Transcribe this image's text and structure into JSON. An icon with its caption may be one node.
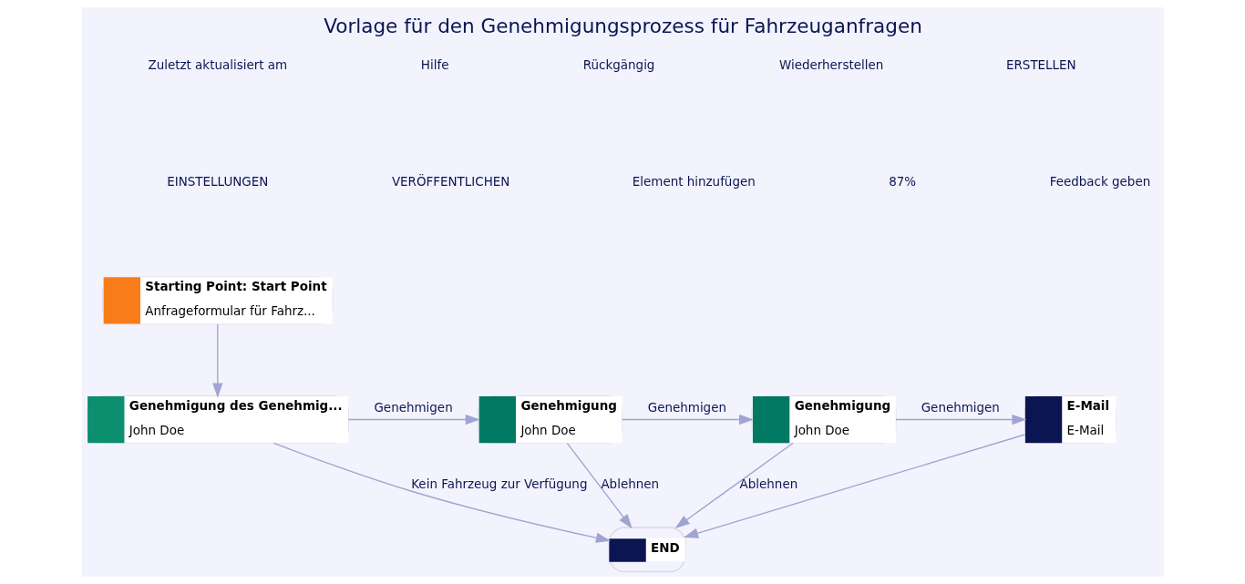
{
  "diagram": {
    "title": "Vorlage für den Genehmigungsprozess für Fahrzeuganfragen",
    "nodes": [
      {
        "text": [
          "Starting Point: Start Point",
          "Anfrageformular für Fahrz..."
        ]
      },
      {
        "text": [
          "Genehmigung des Genehmig...",
          "John Doe"
        ]
      },
      {
        "text": [
          "Genehmigung",
          "John Doe"
        ]
      },
      {
        "text": [
          "Genehmigung",
          "John Doe"
        ]
      },
      {
        "text": [
          "E-Mail",
          "E-Mail"
        ]
      },
      {
        "text": [
          "END"
        ]
      }
    ],
    "edges": [
      {
        "from": 0,
        "to": 1,
        "arrow": "to"
      },
      {
        "from": 1,
        "to": 2,
        "arrow": "to",
        "label": "Genehmigen"
      },
      {
        "from": 2,
        "to": 3,
        "arrow": "to",
        "label": "Genehmigen"
      },
      {
        "from": 3,
        "to": 4,
        "arrow": "to",
        "label": "Genehmigen"
      },
      {
        "from": 2,
        "to": 5,
        "arrow": "to",
        "label": "Ablehnen"
      },
      {
        "from": 3,
        "to": 5,
        "arrow": "to",
        "label": "Ablehnen"
      },
      {
        "from": 1,
        "to": 5,
        "arrow": "to",
        "label": "Kein Fahrzeug zur Verfügung"
      },
      {
        "from": 4,
        "to": 5,
        "arrow": "to"
      }
    ],
    "labels": [
      "Zuletzt aktualisiert am",
      "Hilfe",
      "Rückgängig",
      "Wiederherstellen",
      "ERSTELLEN",
      "EINSTELLUNGEN",
      "VERÖFFENTLICHEN",
      "Element hinzufügen",
      "87%",
      "Feedback geben"
    ]
  }
}
